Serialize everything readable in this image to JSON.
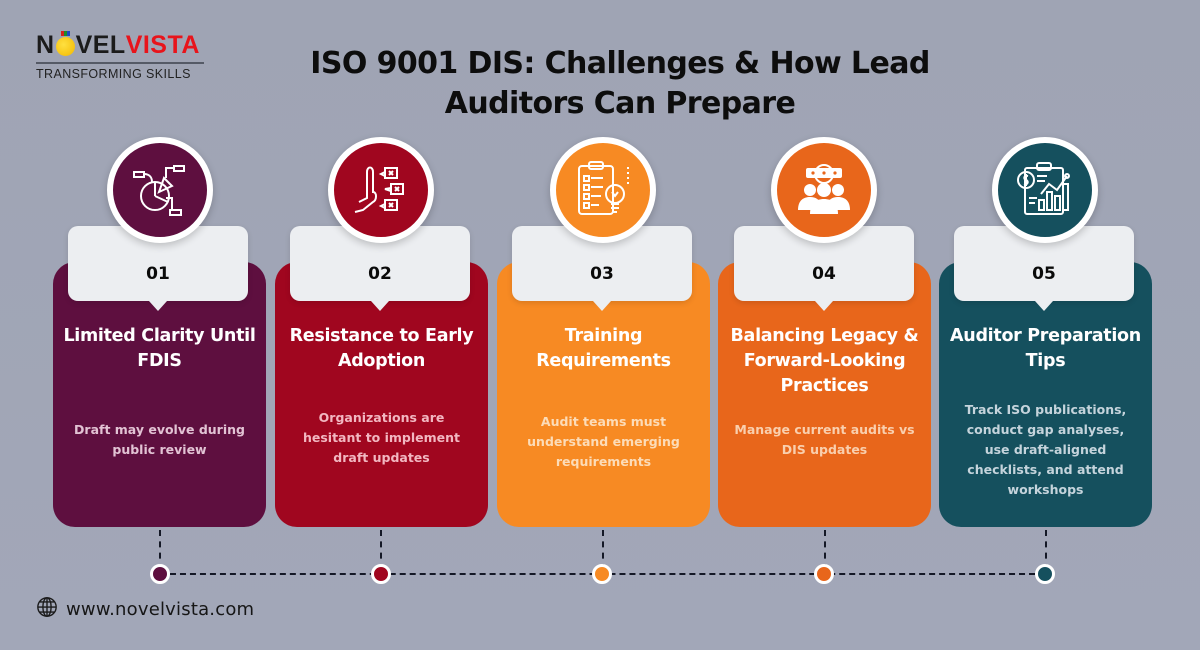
{
  "logo": {
    "name_part1": "N",
    "name_part2": "VEL",
    "name_part3": "VISTA",
    "tagline": "TRANSFORMING SKILLS"
  },
  "title": {
    "line1": "ISO 9001 DIS: Challenges & How Lead",
    "line2": "Auditors Can Prepare"
  },
  "colors": {
    "background": "#a0a5b5",
    "card1": "#5e0f3f",
    "card2": "#a0061f",
    "card3": "#f78a23",
    "card4": "#e8661b",
    "card5": "#15505e",
    "label_box": "#eceef1"
  },
  "cards": [
    {
      "number": "01",
      "icon": "pie-chart-analysis-icon",
      "title": "Limited Clarity Until FDIS",
      "description": "Draft may evolve during public review",
      "color": "#5e0f3f",
      "desc_color": "#e2c3d4"
    },
    {
      "number": "02",
      "icon": "hand-stop-rejection-icon",
      "title": "Resistance to Early Adoption",
      "description": "Organizations are hesitant to implement draft updates",
      "color": "#a0061f",
      "desc_color": "#f2b7c1"
    },
    {
      "number": "03",
      "icon": "checklist-lightbulb-icon",
      "title": "Training Requirements",
      "description": "Audit teams must understand emerging requirements",
      "color": "#f78a23",
      "desc_color": "#fcdcb8"
    },
    {
      "number": "04",
      "icon": "team-rating-icon",
      "title": "Balancing Legacy & Forward-Looking Practices",
      "description": "Manage current audits vs DIS updates",
      "color": "#e8661b",
      "desc_color": "#f9cfae"
    },
    {
      "number": "05",
      "icon": "financial-report-clipboard-icon",
      "title": "Auditor Preparation Tips",
      "description": "Track ISO publications, conduct gap analyses, use draft-aligned checklists, and attend workshops",
      "color": "#15505e",
      "desc_color": "#c5d4dc"
    }
  ],
  "footer": {
    "icon": "globe-icon",
    "website": "www.novelvista.com"
  }
}
